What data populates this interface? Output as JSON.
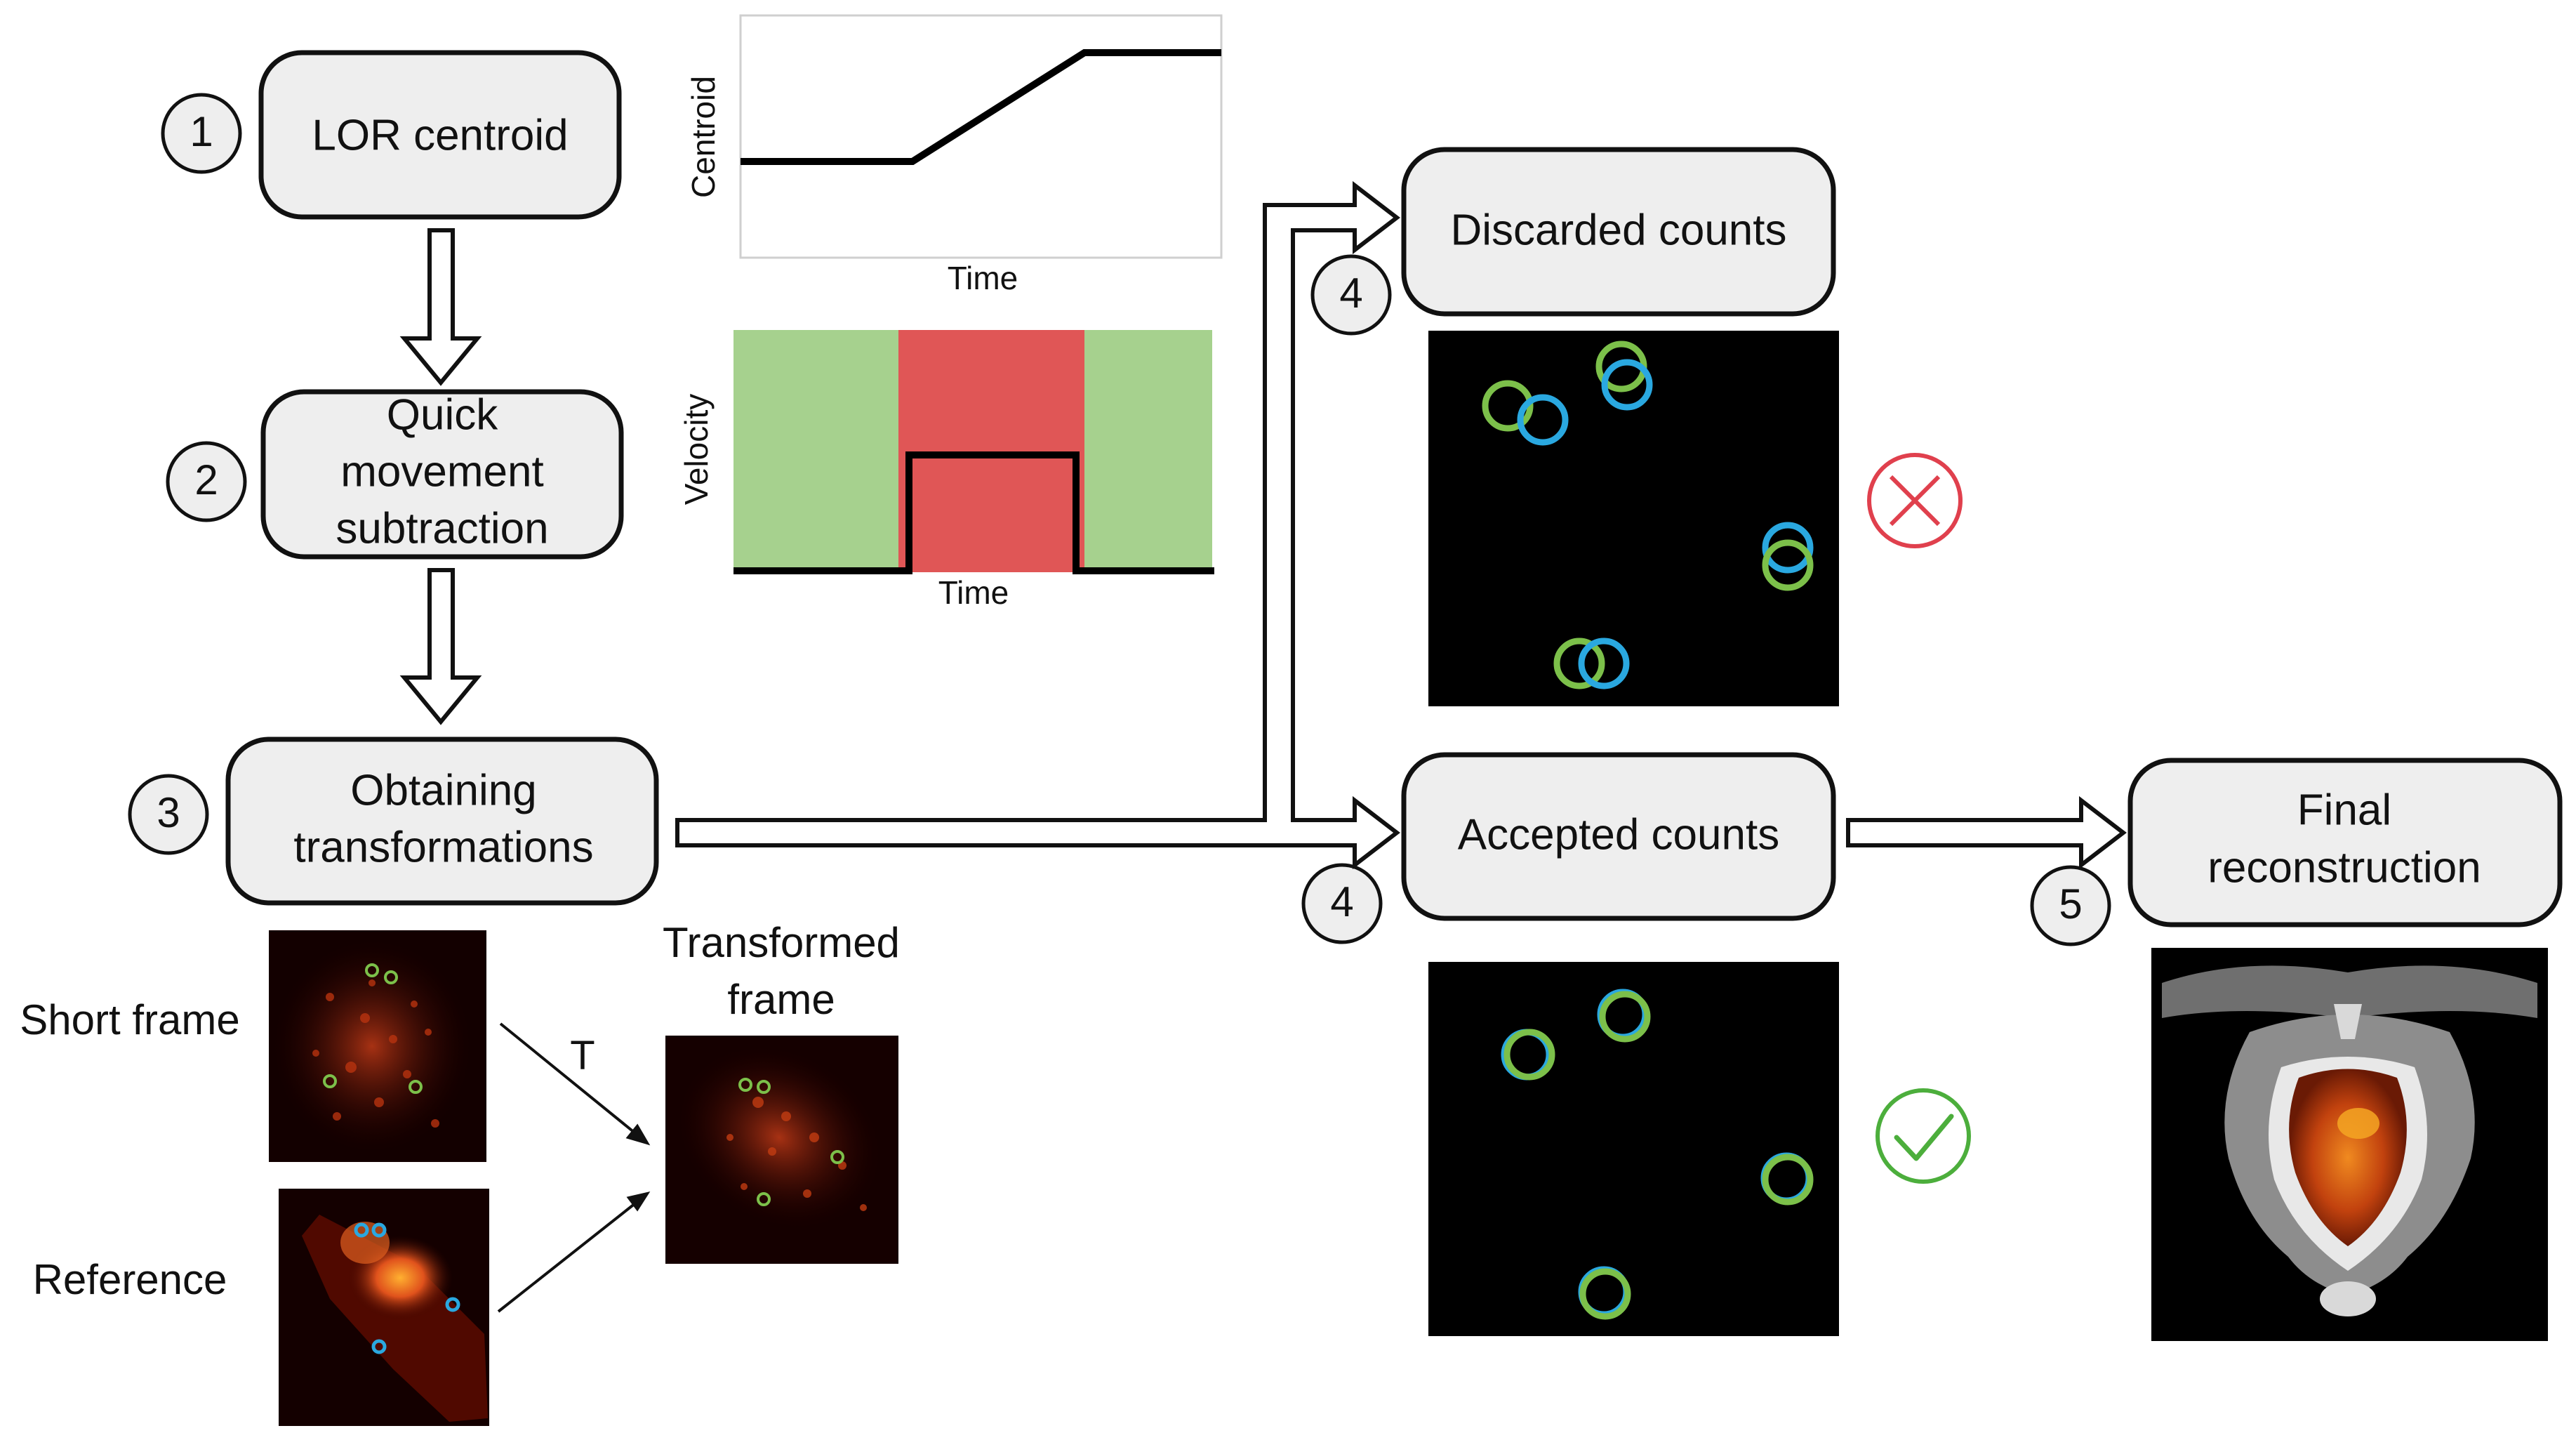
{
  "steps": {
    "lor_centroid": "LOR centroid",
    "quick_movement": [
      "Quick",
      "movement",
      "subtraction"
    ],
    "obtaining_transformations": [
      "Obtaining",
      "transformations"
    ],
    "discarded_counts": "Discarded counts",
    "accepted_counts": "Accepted counts",
    "final_reconstruction": [
      "Final",
      "reconstruction"
    ]
  },
  "step_numbers": {
    "lor_centroid": "1",
    "quick_movement": "2",
    "obtaining_transformations": "3",
    "discarded_counts": "4",
    "accepted_counts": "4",
    "final_reconstruction": "5"
  },
  "centroid_plot": {
    "ylabel": "Centroid",
    "xlabel": "Time"
  },
  "velocity_plot": {
    "ylabel": "Velocity",
    "xlabel": "Time",
    "colors": {
      "still": "#a6d18e",
      "moving": "#e05656"
    }
  },
  "frames": {
    "short_frame_label": "Short frame",
    "reference_label": "Reference",
    "transformed_label": [
      "Transformed",
      "frame"
    ],
    "transform_symbol": "T"
  },
  "colors": {
    "green_marker": "#7cc04a",
    "blue_marker": "#2aa8e0",
    "reject_red": "#e0404d",
    "accept_green": "#4cae3c"
  },
  "icons": {
    "rejected": "cross-circle-icon",
    "accepted": "check-circle-icon"
  }
}
